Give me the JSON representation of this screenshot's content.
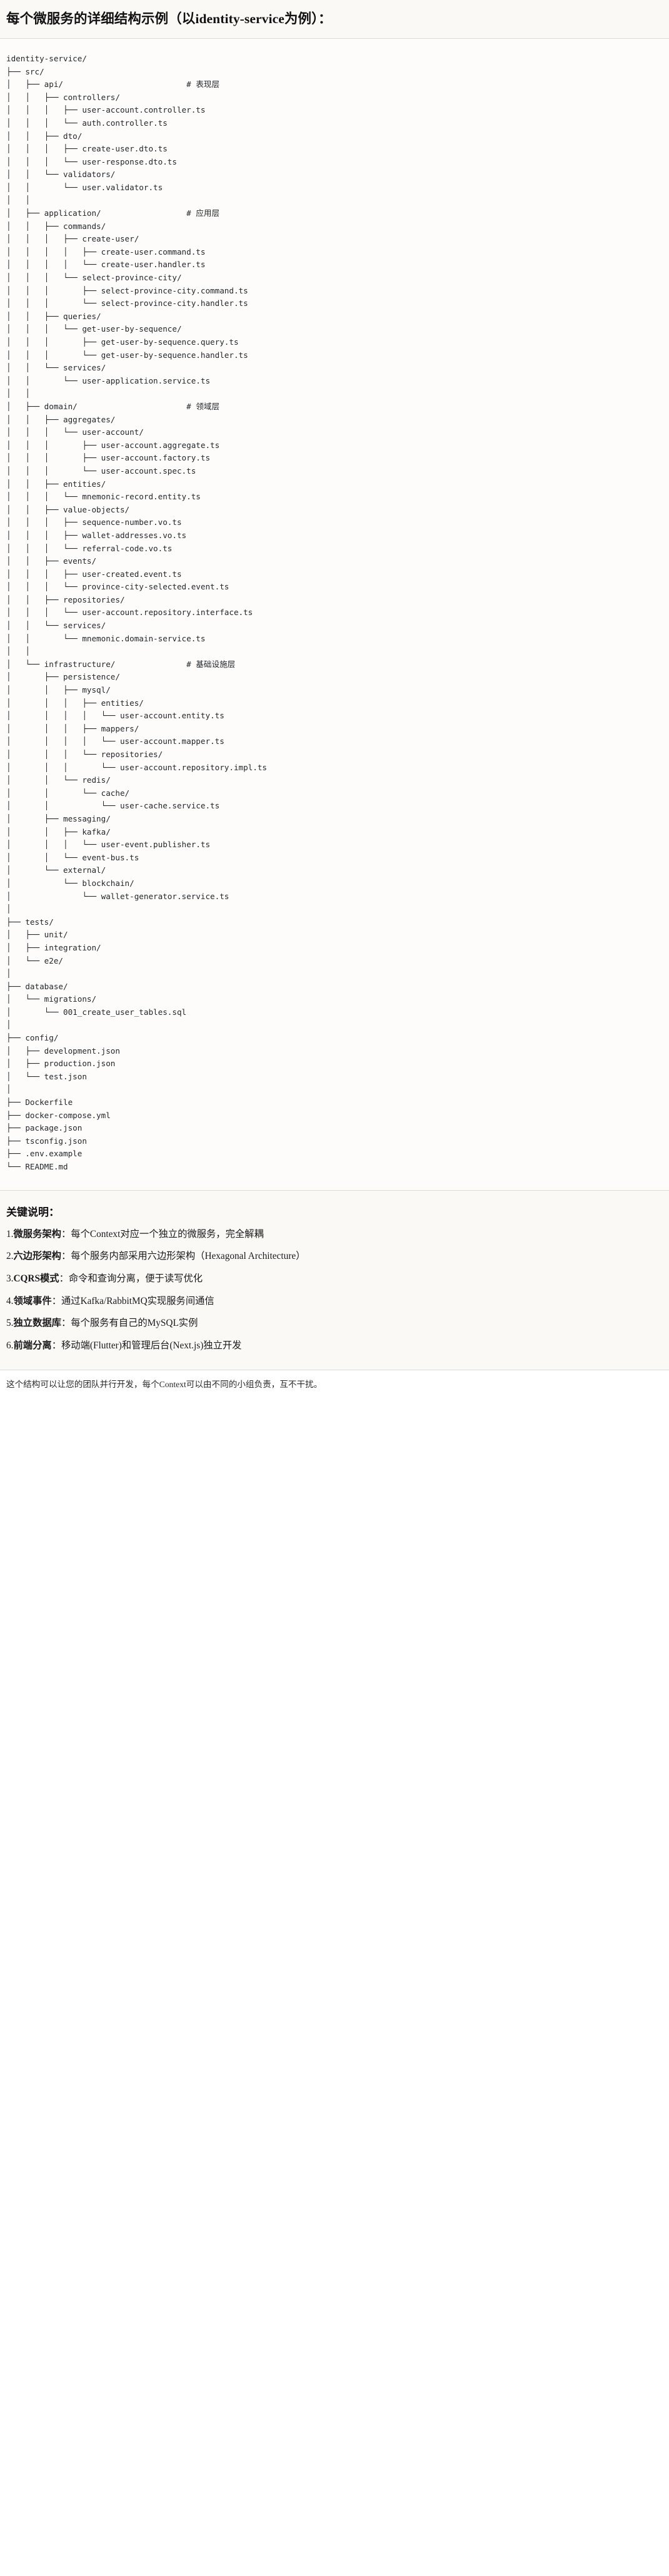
{
  "header": {
    "title": "每个微服务的详细结构示例（以identity-service为例）："
  },
  "tree": {
    "lines": [
      "identity-service/",
      "├── src/",
      "│   ├── api/                          # 表现层",
      "│   │   ├── controllers/",
      "│   │   │   ├── user-account.controller.ts",
      "│   │   │   └── auth.controller.ts",
      "│   │   ├── dto/",
      "│   │   │   ├── create-user.dto.ts",
      "│   │   │   └── user-response.dto.ts",
      "│   │   └── validators/",
      "│   │       └── user.validator.ts",
      "│   │",
      "│   ├── application/                  # 应用层",
      "│   │   ├── commands/",
      "│   │   │   ├── create-user/",
      "│   │   │   │   ├── create-user.command.ts",
      "│   │   │   │   └── create-user.handler.ts",
      "│   │   │   └── select-province-city/",
      "│   │   │       ├── select-province-city.command.ts",
      "│   │   │       └── select-province-city.handler.ts",
      "│   │   ├── queries/",
      "│   │   │   └── get-user-by-sequence/",
      "│   │   │       ├── get-user-by-sequence.query.ts",
      "│   │   │       └── get-user-by-sequence.handler.ts",
      "│   │   └── services/",
      "│   │       └── user-application.service.ts",
      "│   │",
      "│   ├── domain/                       # 领域层",
      "│   │   ├── aggregates/",
      "│   │   │   └── user-account/",
      "│   │   │       ├── user-account.aggregate.ts",
      "│   │   │       ├── user-account.factory.ts",
      "│   │   │       └── user-account.spec.ts",
      "│   │   ├── entities/",
      "│   │   │   └── mnemonic-record.entity.ts",
      "│   │   ├── value-objects/",
      "│   │   │   ├── sequence-number.vo.ts",
      "│   │   │   ├── wallet-addresses.vo.ts",
      "│   │   │   └── referral-code.vo.ts",
      "│   │   ├── events/",
      "│   │   │   ├── user-created.event.ts",
      "│   │   │   └── province-city-selected.event.ts",
      "│   │   ├── repositories/",
      "│   │   │   └── user-account.repository.interface.ts",
      "│   │   └── services/",
      "│   │       └── mnemonic.domain-service.ts",
      "│   │",
      "│   └── infrastructure/               # 基础设施层",
      "│       ├── persistence/",
      "│       │   ├── mysql/",
      "│       │   │   ├── entities/",
      "│       │   │   │   └── user-account.entity.ts",
      "│       │   │   ├── mappers/",
      "│       │   │   │   └── user-account.mapper.ts",
      "│       │   │   └── repositories/",
      "│       │   │       └── user-account.repository.impl.ts",
      "│       │   └── redis/",
      "│       │       └── cache/",
      "│       │           └── user-cache.service.ts",
      "│       ├── messaging/",
      "│       │   ├── kafka/",
      "│       │   │   └── user-event.publisher.ts",
      "│       │   └── event-bus.ts",
      "│       └── external/",
      "│           └── blockchain/",
      "│               └── wallet-generator.service.ts",
      "│",
      "├── tests/",
      "│   ├── unit/",
      "│   ├── integration/",
      "│   └── e2e/",
      "│",
      "├── database/",
      "│   └── migrations/",
      "│       └── 001_create_user_tables.sql",
      "│",
      "├── config/",
      "│   ├── development.json",
      "│   ├── production.json",
      "│   └── test.json",
      "│",
      "├── Dockerfile",
      "├── docker-compose.yml",
      "├── package.json",
      "├── tsconfig.json",
      "├── .env.example",
      "└── README.md"
    ]
  },
  "notes": {
    "title": "关键说明：",
    "items": [
      {
        "index": "1.",
        "lead": "微服务架构",
        "body": "：每个Context对应一个独立的微服务，完全解耦"
      },
      {
        "index": "2.",
        "lead": "六边形架构",
        "body": "：每个服务内部采用六边形架构（Hexagonal Architecture）"
      },
      {
        "index": "3.",
        "lead": "CQRS模式",
        "body": "：命令和查询分离，便于读写优化"
      },
      {
        "index": "4.",
        "lead": "领域事件",
        "body": "：通过Kafka/RabbitMQ实现服务间通信"
      },
      {
        "index": "5.",
        "lead": "独立数据库",
        "body": "：每个服务有自己的MySQL实例"
      },
      {
        "index": "6.",
        "lead": "前端分离",
        "body": "：移动端(Flutter)和管理后台(Next.js)独立开发"
      }
    ]
  },
  "footer": {
    "text": "这个结构可以让您的团队并行开发，每个Context可以由不同的小组负责，互不干扰。"
  }
}
